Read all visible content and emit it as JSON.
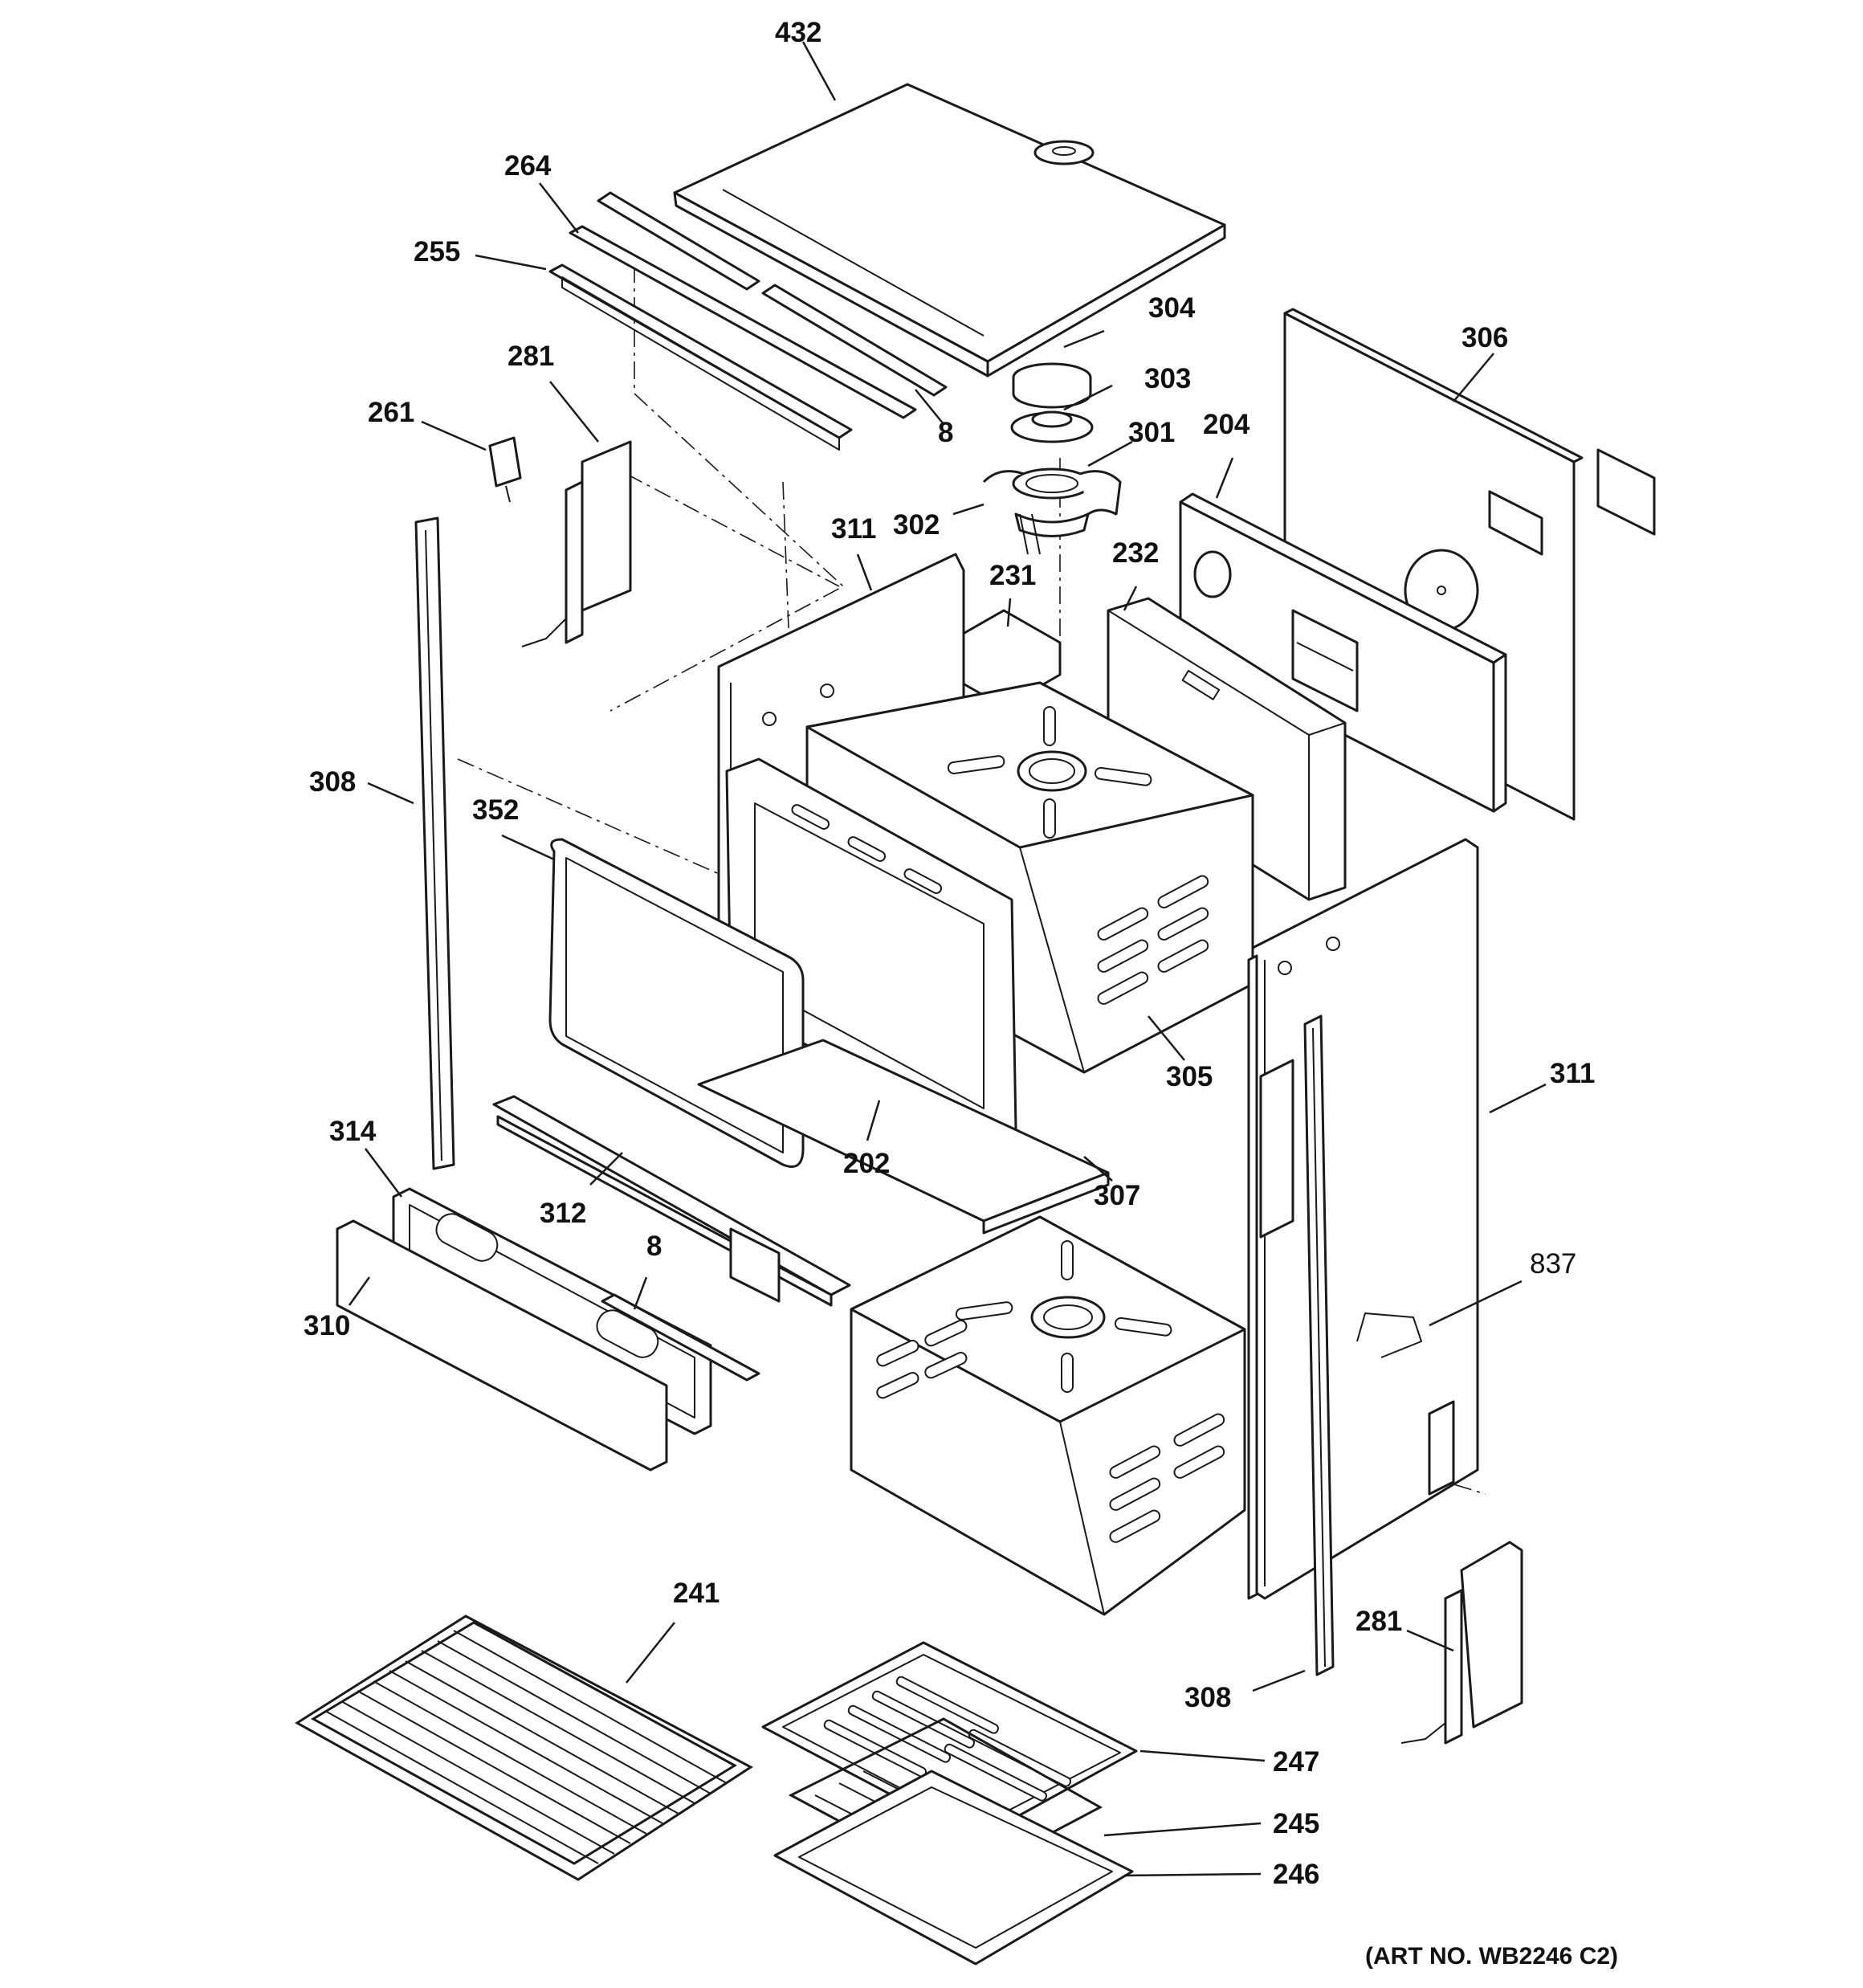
{
  "callouts": {
    "c432": "432",
    "c264": "264",
    "c255": "255",
    "c8_top": "8",
    "c304": "304",
    "c303": "303",
    "c301": "301",
    "c306": "306",
    "c204": "204",
    "c281_top": "281",
    "c261": "261",
    "c302": "302",
    "c311_top": "311",
    "c231": "231",
    "c232": "232",
    "c308_left": "308",
    "c352": "352",
    "c305": "305",
    "c311_right": "311",
    "c314": "314",
    "c202": "202",
    "c307": "307",
    "c312": "312",
    "c8_bottom": "8",
    "c310": "310",
    "c837": "837",
    "c241": "241",
    "c281_bottom": "281",
    "c308_bottom": "308",
    "c247": "247",
    "c245": "245",
    "c246": "246"
  },
  "footer": {
    "art_no": "(ART NO. WB2246 C2)"
  }
}
